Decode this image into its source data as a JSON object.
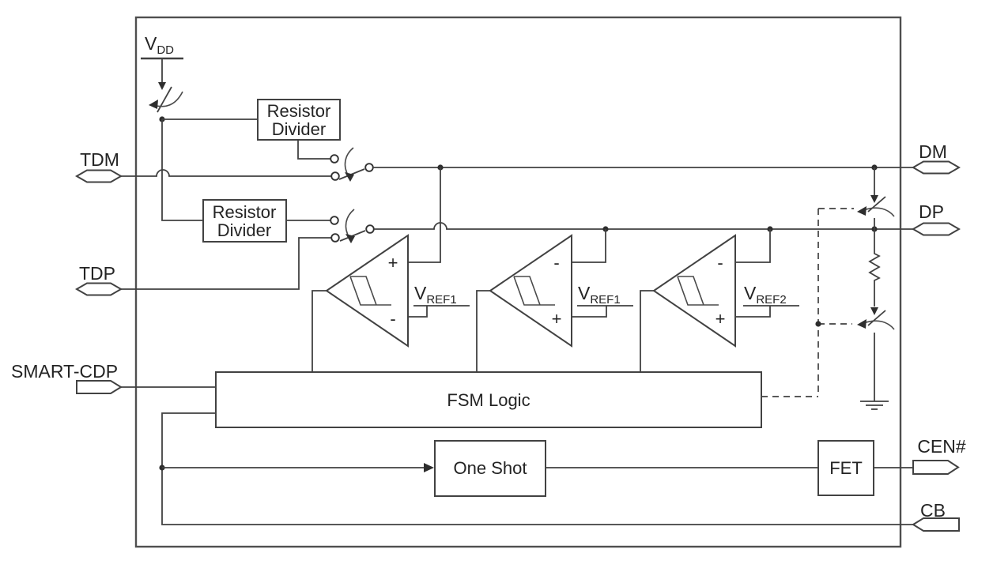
{
  "diagram_title": "charger-detection-block-diagram",
  "colors": {
    "wire": "#414141",
    "text": "#242424",
    "background": "#ffffff"
  },
  "supply": {
    "base": "V",
    "sub": "DD"
  },
  "pins": {
    "tdm": "TDM",
    "tdp": "TDP",
    "smart_cdp": "SMART-CDP",
    "dm": "DM",
    "dp": "DP",
    "cen": "CEN#",
    "cb": "CB"
  },
  "blocks": {
    "resistor_divider_top": {
      "line1": "Resistor",
      "line2": "Divider"
    },
    "resistor_divider_bottom": {
      "line1": "Resistor",
      "line2": "Divider"
    },
    "fsm": "FSM Logic",
    "one_shot": "One Shot",
    "fet": "FET"
  },
  "comparators": [
    {
      "top_sign": "+",
      "bottom_sign": "-",
      "ref": {
        "base": "V",
        "sub": "REF1"
      }
    },
    {
      "top_sign": "-",
      "bottom_sign": "+",
      "ref": {
        "base": "V",
        "sub": "REF1"
      }
    },
    {
      "top_sign": "-",
      "bottom_sign": "+",
      "ref": {
        "base": "V",
        "sub": "REF2"
      }
    }
  ]
}
